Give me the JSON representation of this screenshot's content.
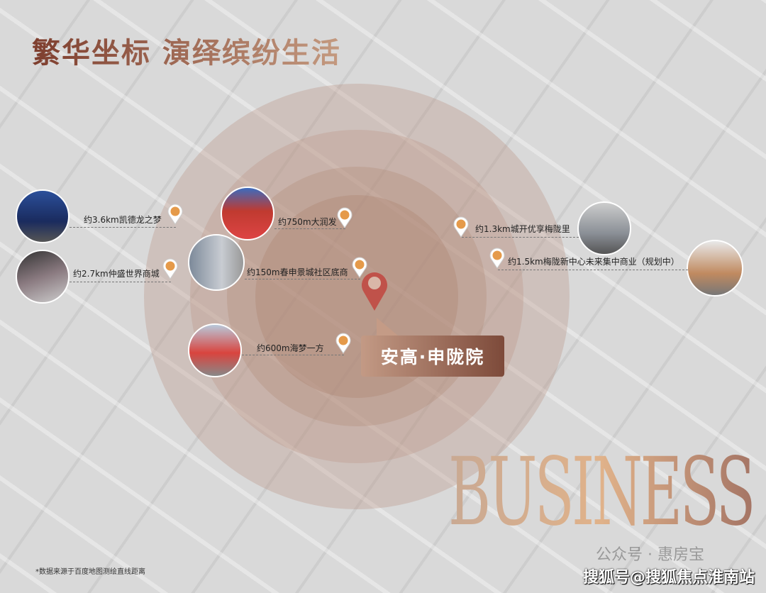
{
  "title": "繁华坐标 演绎缤纷生活",
  "project_name": "安高·申陇院",
  "pois": [
    {
      "label": "约3.6km凯德龙之梦"
    },
    {
      "label": "约2.7km仲盛世界商城"
    },
    {
      "label": "约750m大润发"
    },
    {
      "label": "约150m春申景城社区底商"
    },
    {
      "label": "约600m海梦一方"
    },
    {
      "label": "约1.3km城开优享梅陇里"
    },
    {
      "label": "约1.5km梅陇新中心未来集中商业（规划中）"
    }
  ],
  "decor_text": "BUSINESS",
  "footnote": "*数据来源于百度地图测绘直线距离",
  "watermark_wechat": "公众号 · 惠房宝",
  "watermark_sohu": "搜狐号@搜狐焦点淮南站",
  "colors": {
    "pin": "#e59a4a",
    "main_pin": "#c0524a",
    "accent": "#8a4f3f"
  }
}
